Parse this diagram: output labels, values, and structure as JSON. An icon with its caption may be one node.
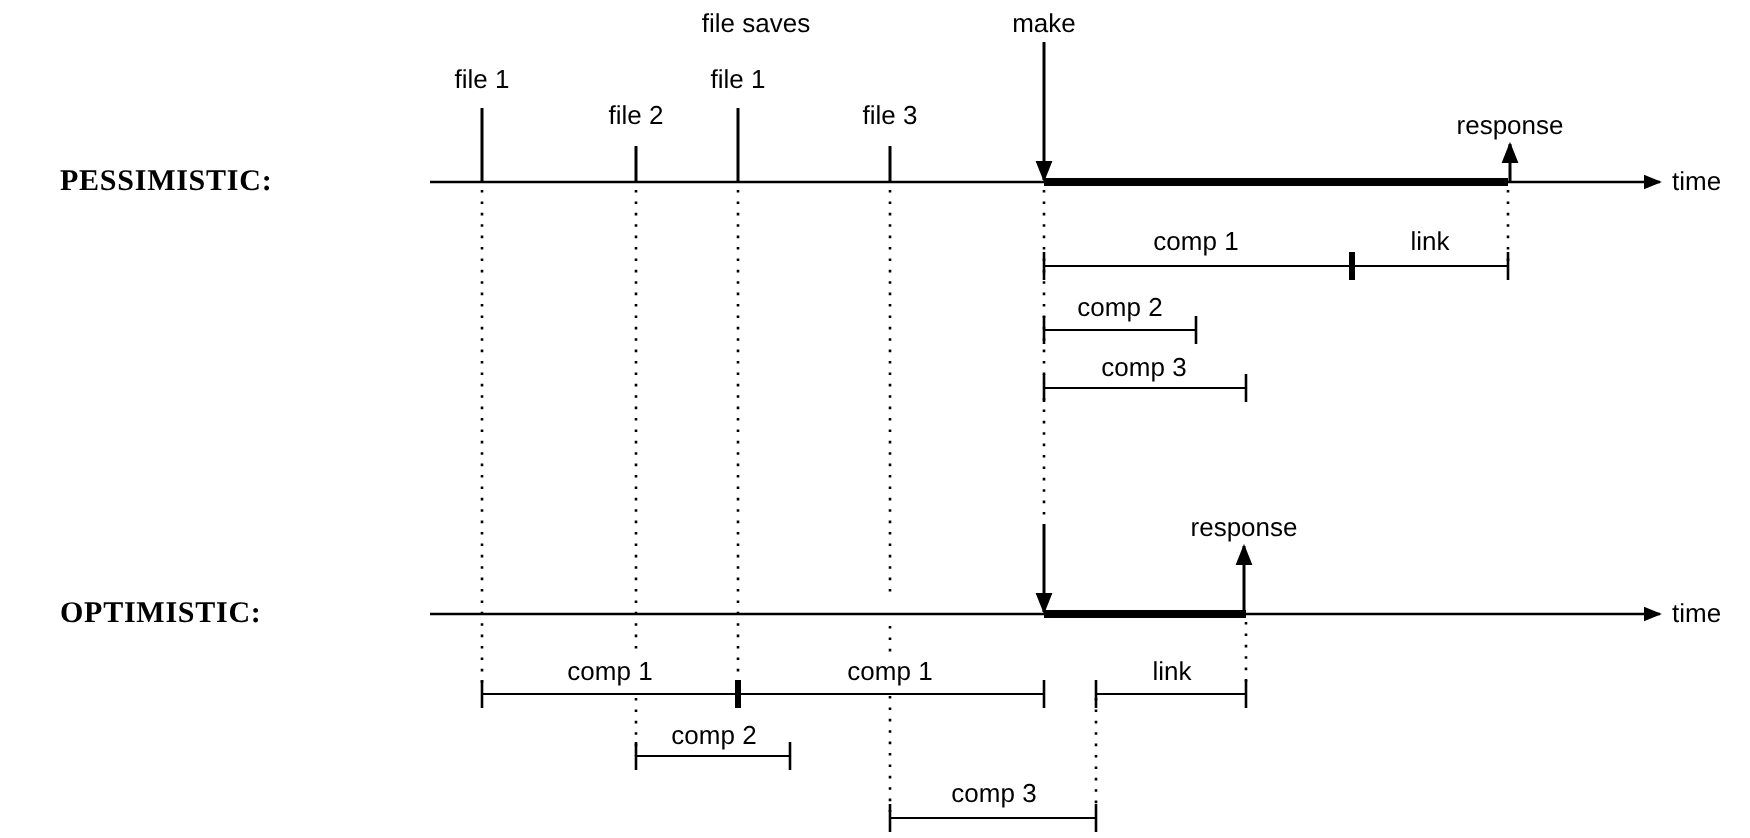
{
  "diagram": {
    "nodes": [
      {
        "text": [
          "make"
        ]
      },
      {
        "text": [
          "response"
        ]
      },
      {
        "text": [
          "response"
        ]
      }
    ],
    "edges": [
      {
        "from": 0,
        "to": null,
        "arrow": "to"
      },
      {
        "from": null,
        "to": 1,
        "arrow": "to"
      },
      {
        "from": null,
        "to": 2,
        "arrow": "to"
      }
    ],
    "labels": [
      "file saves",
      "file 1",
      "file 1",
      "file 2",
      "file 3",
      "PESSIMISTIC:",
      "time",
      "comp 1",
      "link",
      "comp 2",
      "comp 3",
      "OPTIMISTIC:",
      "time",
      "comp 1",
      "comp 1",
      "link",
      "comp 2",
      "comp 3"
    ]
  }
}
